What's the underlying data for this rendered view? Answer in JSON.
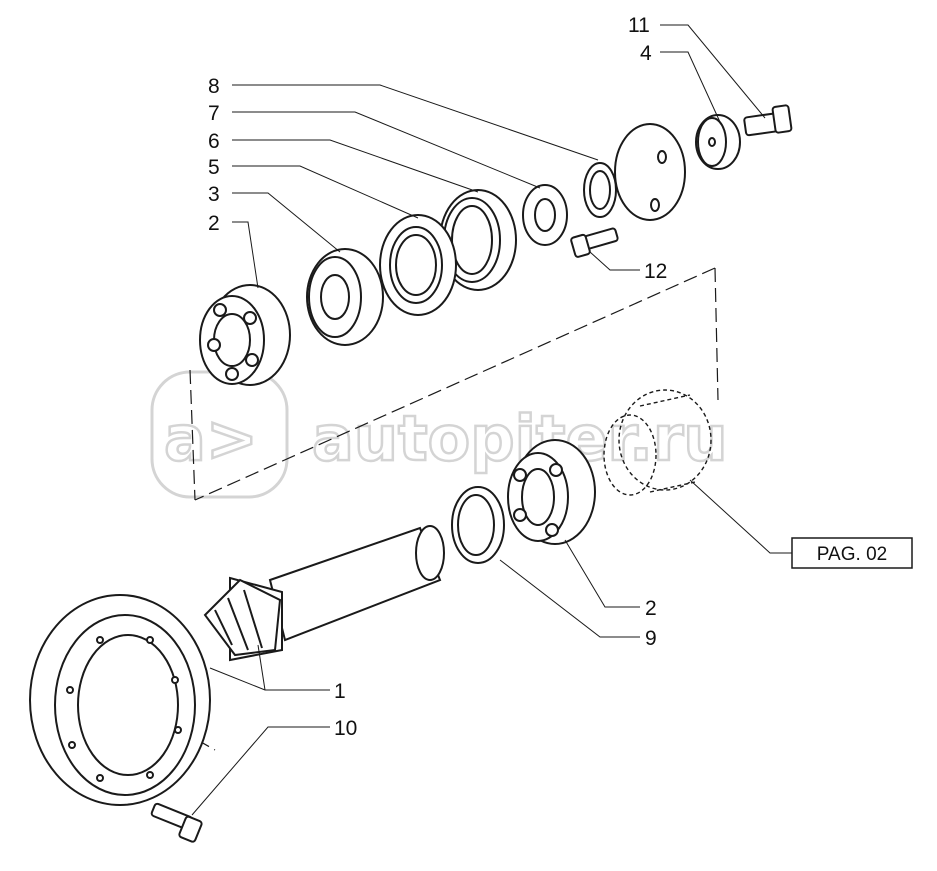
{
  "watermark": {
    "text": "autopiter.ru",
    "mark": "a>"
  },
  "reference_box": {
    "label": "PAG. 02"
  },
  "callouts": [
    {
      "id": "11",
      "label": "11"
    },
    {
      "id": "4",
      "label": "4"
    },
    {
      "id": "8",
      "label": "8"
    },
    {
      "id": "7",
      "label": "7"
    },
    {
      "id": "6",
      "label": "6"
    },
    {
      "id": "5",
      "label": "5"
    },
    {
      "id": "3",
      "label": "3"
    },
    {
      "id": "2a",
      "label": "2"
    },
    {
      "id": "12",
      "label": "12"
    },
    {
      "id": "2b",
      "label": "2"
    },
    {
      "id": "9",
      "label": "9"
    },
    {
      "id": "1",
      "label": "1"
    },
    {
      "id": "10",
      "label": "10"
    }
  ],
  "colors": {
    "line": "#1a1a1a",
    "watermark": "#d4d4d4",
    "background": "#ffffff"
  }
}
